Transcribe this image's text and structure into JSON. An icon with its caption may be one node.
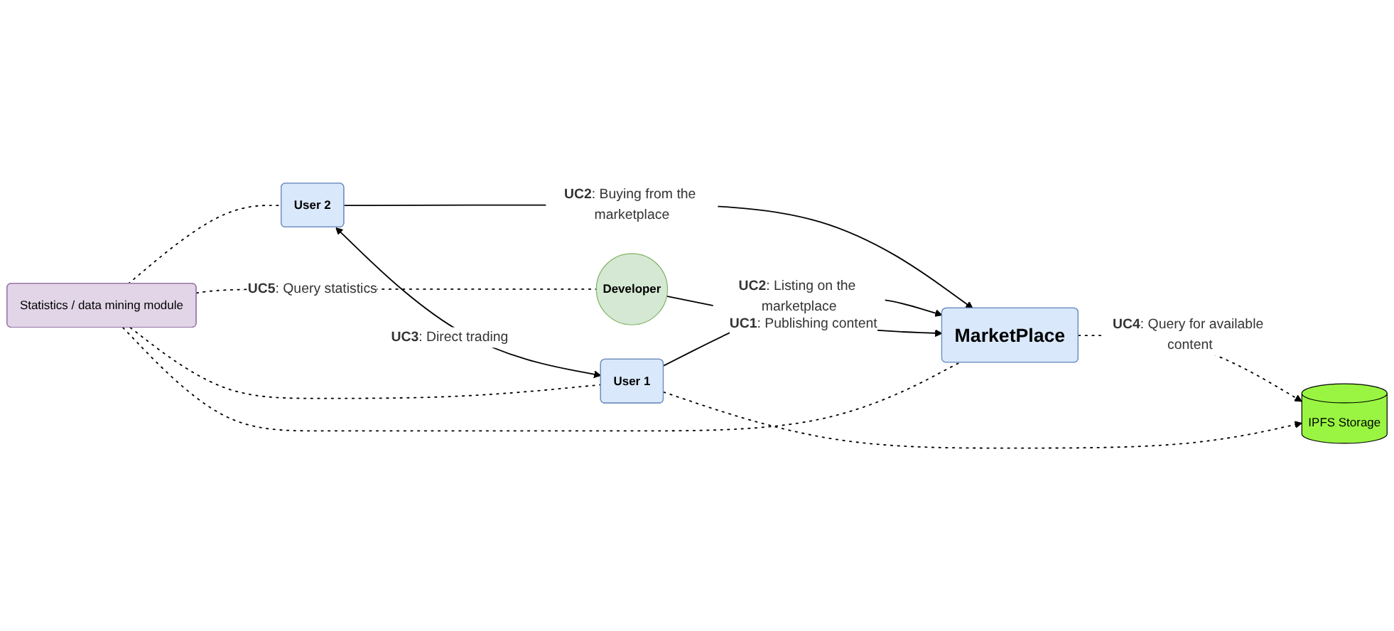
{
  "diagram": {
    "nodes": [
      {
        "text": [
          "Statistics / data mining module"
        ]
      },
      {
        "text": [
          "User 2"
        ]
      },
      {
        "text": [
          "MarketPlace"
        ]
      },
      {
        "text": [
          "Developer"
        ]
      },
      {
        "text": [
          "User 1"
        ]
      },
      {
        "text": [
          "IPFS Storage"
        ]
      }
    ],
    "edges": [
      {
        "from": 1,
        "to": 2,
        "arrow": "to",
        "label": "**UC2**: Buying from the marketplace"
      },
      {
        "from": 4,
        "to": 2,
        "arrow": "to",
        "label": "**UC2**: Listing on the marketplace"
      },
      {
        "from": 1,
        "to": 4,
        "arrow": "both",
        "label": "**UC3**: Direct trading"
      },
      {
        "from": 3,
        "to": 2,
        "arrow": "to",
        "label": "**UC1**: Publishing content"
      },
      {
        "from": 2,
        "to": 5,
        "arrow": "to",
        "style": "dashed",
        "label": "**UC4**: Query for available content"
      },
      {
        "from": 4,
        "to": 5,
        "arrow": "to",
        "style": "dashed"
      },
      {
        "from": 0,
        "to": 1,
        "arrow": "none",
        "style": "dashed"
      },
      {
        "from": 0,
        "to": 2,
        "arrow": "none",
        "style": "dashed"
      },
      {
        "from": 0,
        "to": 3,
        "arrow": "none",
        "style": "dashed",
        "label": "**UC5**: Query statistics"
      },
      {
        "from": 0,
        "to": 4,
        "arrow": "none",
        "style": "dashed"
      }
    ]
  }
}
